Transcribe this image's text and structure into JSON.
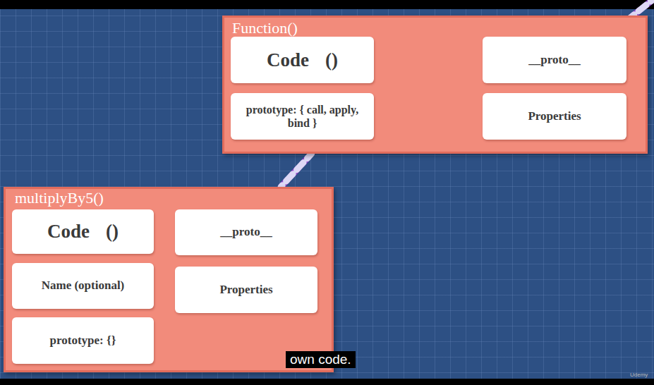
{
  "diagram": {
    "nodes": [
      {
        "text": [
          "Function()"
        ]
      },
      {
        "text": [
          "Code ()"
        ],
        "in": 0
      },
      {
        "text": [
          "__proto__"
        ],
        "in": 0
      },
      {
        "text": [
          "prototype: { call, apply, bind }"
        ],
        "in": 0
      },
      {
        "text": [
          "Properties"
        ],
        "in": 0
      },
      {
        "text": [
          "multiplyBy5()"
        ]
      },
      {
        "text": [
          "Code ()"
        ],
        "in": 5
      },
      {
        "text": [
          "__proto__"
        ],
        "in": 5
      },
      {
        "text": [
          "Name (optional)"
        ],
        "in": 5
      },
      {
        "text": [
          "Properties"
        ],
        "in": 5
      },
      {
        "text": [
          "prototype: {}"
        ],
        "in": 5
      }
    ],
    "edges": [
      {
        "from": 3,
        "to": 2,
        "arrow": "to"
      },
      {
        "from": 5,
        "to": 0,
        "arrow": "none"
      }
    ],
    "labels": [
      "own code.",
      "Udemy"
    ]
  }
}
